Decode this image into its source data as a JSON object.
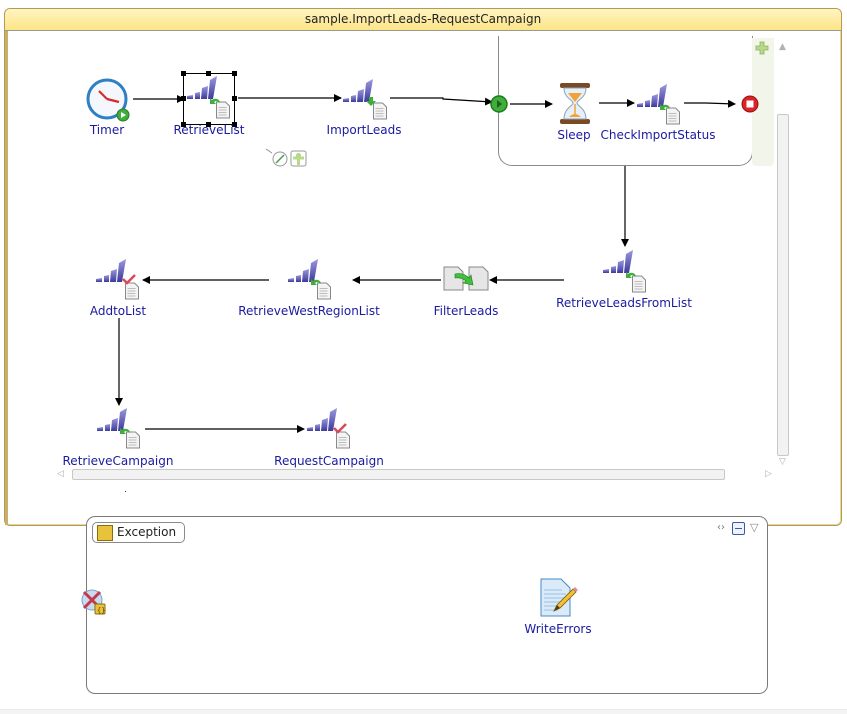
{
  "window": {
    "title": "sample.ImportLeads-RequestCampaign"
  },
  "nodes": {
    "timer": {
      "label": "Timer",
      "icon": "timer-clock-icon"
    },
    "retrieve_list": {
      "label": "RetrieveList",
      "icon": "marketo-retrieve-icon",
      "selected": true
    },
    "import_leads": {
      "label": "ImportLeads",
      "icon": "marketo-import-icon"
    },
    "sleep": {
      "label": "Sleep",
      "icon": "hourglass-icon"
    },
    "check_import_status": {
      "label": "CheckImportStatus",
      "icon": "marketo-retrieve-icon"
    },
    "retrieve_leads_from_list": {
      "label": "RetrieveLeadsFromList",
      "icon": "marketo-retrieve-icon"
    },
    "filter_leads": {
      "label": "FilterLeads",
      "icon": "filter-docs-icon"
    },
    "retrieve_west_region_list": {
      "label": "RetrieveWestRegionList",
      "icon": "marketo-retrieve-icon"
    },
    "add_to_list": {
      "label": "AddtoList",
      "icon": "marketo-check-icon"
    },
    "retrieve_campaign": {
      "label": "RetrieveCampaign",
      "icon": "marketo-retrieve-icon"
    },
    "request_campaign": {
      "label": "RequestCampaign",
      "icon": "marketo-check-icon"
    },
    "write_errors": {
      "label": "WriteErrors",
      "icon": "write-document-icon"
    }
  },
  "exception_panel": {
    "tab_label": "Exception"
  },
  "colors": {
    "label": "#1a1aa0",
    "title_bar_top": "#fff5c2",
    "title_bar_bottom": "#fde487",
    "panel_border": "#b49a52",
    "start_green": "#3fae3a",
    "end_red": "#d9252a"
  }
}
